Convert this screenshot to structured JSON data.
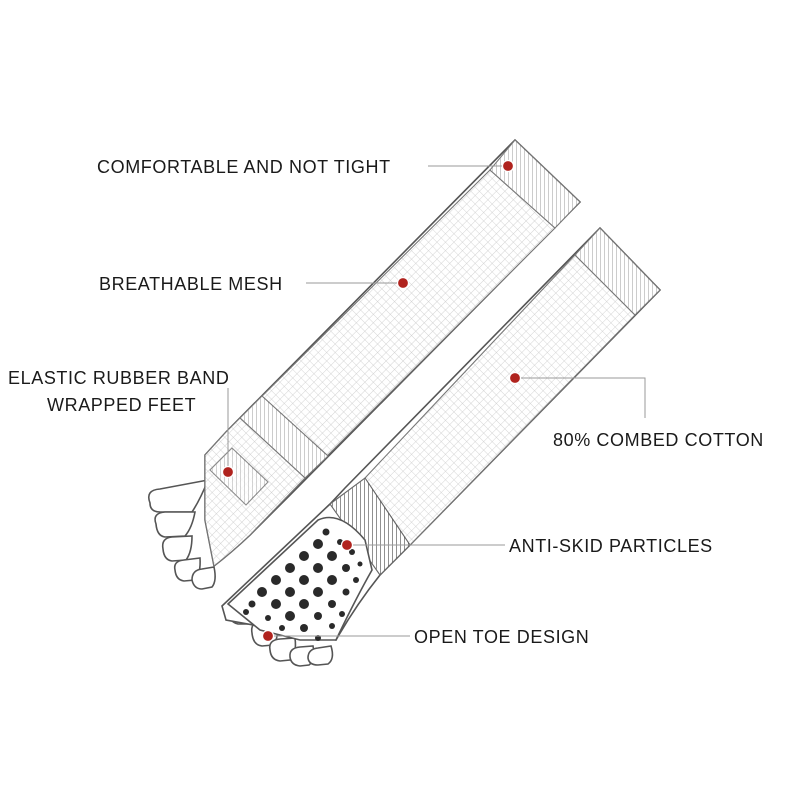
{
  "labels": {
    "comfortable": "COMFORTABLE AND NOT TIGHT",
    "breathable": "BREATHABLE MESH",
    "elastic_line1": "ELASTIC RUBBER BAND",
    "elastic_line2": "WRAPPED FEET",
    "cotton": "80% COMBED COTTON",
    "antiskid": "ANTI-SKID PARTICLES",
    "opentoe": "OPEN TOE DESIGN"
  },
  "colors": {
    "marker": "#b0231e",
    "outline": "#555555",
    "text": "#1a1a1a"
  }
}
